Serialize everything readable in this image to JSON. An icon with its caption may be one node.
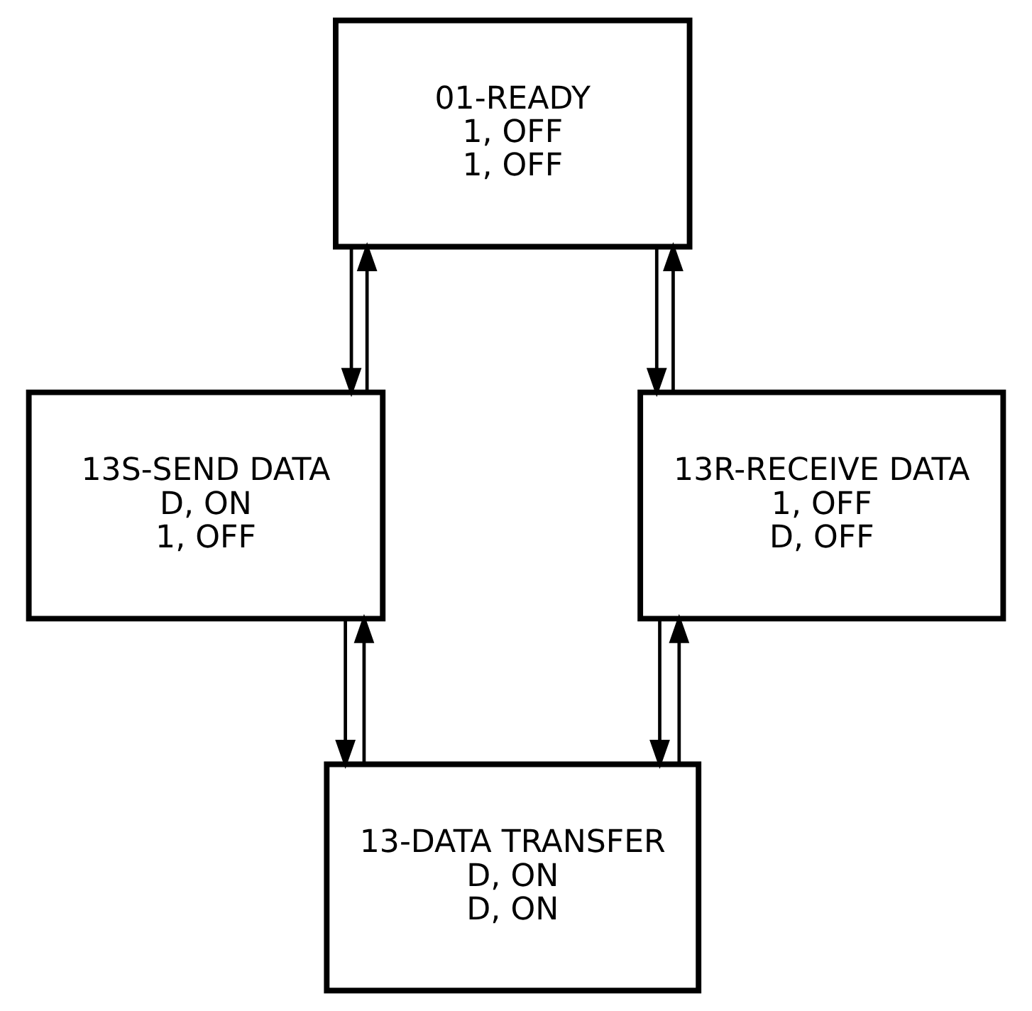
{
  "diagram": {
    "nodes": [
      {
        "text": [
          "01-READY",
          "1, OFF",
          "1, OFF"
        ]
      },
      {
        "text": [
          "13S-SEND DATA",
          "D, ON",
          "1, OFF"
        ]
      },
      {
        "text": [
          "13R-RECEIVE DATA",
          "1, OFF",
          "D, OFF"
        ]
      },
      {
        "text": [
          "13-DATA TRANSFER",
          "D, ON",
          "D, ON"
        ]
      }
    ],
    "edges": [
      {
        "from": 0,
        "to": 2,
        "arrow": "to"
      },
      {
        "from": 2,
        "to": 0,
        "arrow": "to"
      },
      {
        "from": 1,
        "to": 0,
        "arrow": "to"
      },
      {
        "from": 0,
        "to": 1,
        "arrow": "to"
      },
      {
        "from": 3,
        "to": 1,
        "arrow": "to"
      },
      {
        "from": 1,
        "to": 3,
        "arrow": "to"
      },
      {
        "from": 3,
        "to": 2,
        "arrow": "to"
      },
      {
        "from": 2,
        "to": 3,
        "arrow": "to"
      }
    ]
  }
}
